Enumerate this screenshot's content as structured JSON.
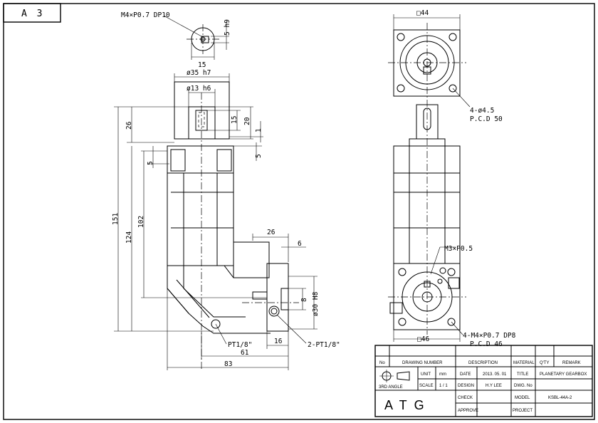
{
  "sheet": {
    "size": "A 3"
  },
  "dims": {
    "top_view": {
      "thread": "M4×P0.7 DP10",
      "h": "5 h9",
      "w": "15"
    },
    "front": {
      "shaft_od": "ø35 h7",
      "shaft_d": "ø13 h6",
      "l15": "15",
      "l20": "20",
      "l1": "1",
      "l26": "26",
      "l5a": "5",
      "l5b": "5",
      "l151": "151",
      "l124": "124",
      "l102": "102",
      "l26b": "26",
      "l6": "6",
      "l8": "8",
      "l30": "ø30 H8",
      "l16": "16",
      "l61": "61",
      "l83": "83",
      "pt1": "PT1/8\"",
      "pt2": "2-PT1/8\""
    },
    "side": {
      "sq44": "□44",
      "holes": "4-ø4.5",
      "pcd50": "P.C.D 50",
      "m3": "M3×P0.5",
      "sq46": "□46",
      "m4holes": "4-M4×P0.7 DP8",
      "pcd46": "P.C.D 46"
    }
  },
  "title_block": {
    "h_no": "No",
    "h_drawing": "DRAWING NUMBER",
    "h_desc": "DESCRIPTION",
    "h_material": "MATERIAL",
    "h_qty": "Q'TY",
    "h_remark": "REMARK",
    "angle": "3RD ANGLE",
    "unit_l": "UNIT",
    "unit_v": "mm",
    "scale_l": "SCALE",
    "scale_v": "1 / 1",
    "date_l": "DATE",
    "date_v": "2013. 05. 01",
    "title_l": "TITLE",
    "title_v": "PLANETARY GEARBOX",
    "design_l": "DESIGN",
    "design_v": "H.Y LEE",
    "dwg_l": "DWG. No",
    "check_l": "CHECK",
    "model_l": "MODEL",
    "model_v": "KSBL-44A-2",
    "approve_l": "APPROVE",
    "project_l": "PROJECT",
    "company": "ATG"
  }
}
